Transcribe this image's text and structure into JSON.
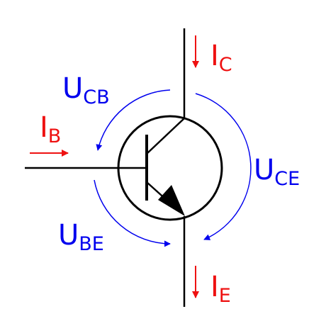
{
  "colors": {
    "wire": "#000000",
    "voltage": "#0000ee",
    "current": "#ee1111",
    "background": "#ffffff"
  },
  "labels": {
    "ic": {
      "main": "I",
      "sub": "C"
    },
    "ib": {
      "main": "I",
      "sub": "B"
    },
    "ie": {
      "main": "I",
      "sub": "E"
    },
    "ucb": {
      "main": "U",
      "sub": "CB"
    },
    "uce": {
      "main": "U",
      "sub": "CE"
    },
    "ube": {
      "main": "U",
      "sub": "BE"
    }
  }
}
